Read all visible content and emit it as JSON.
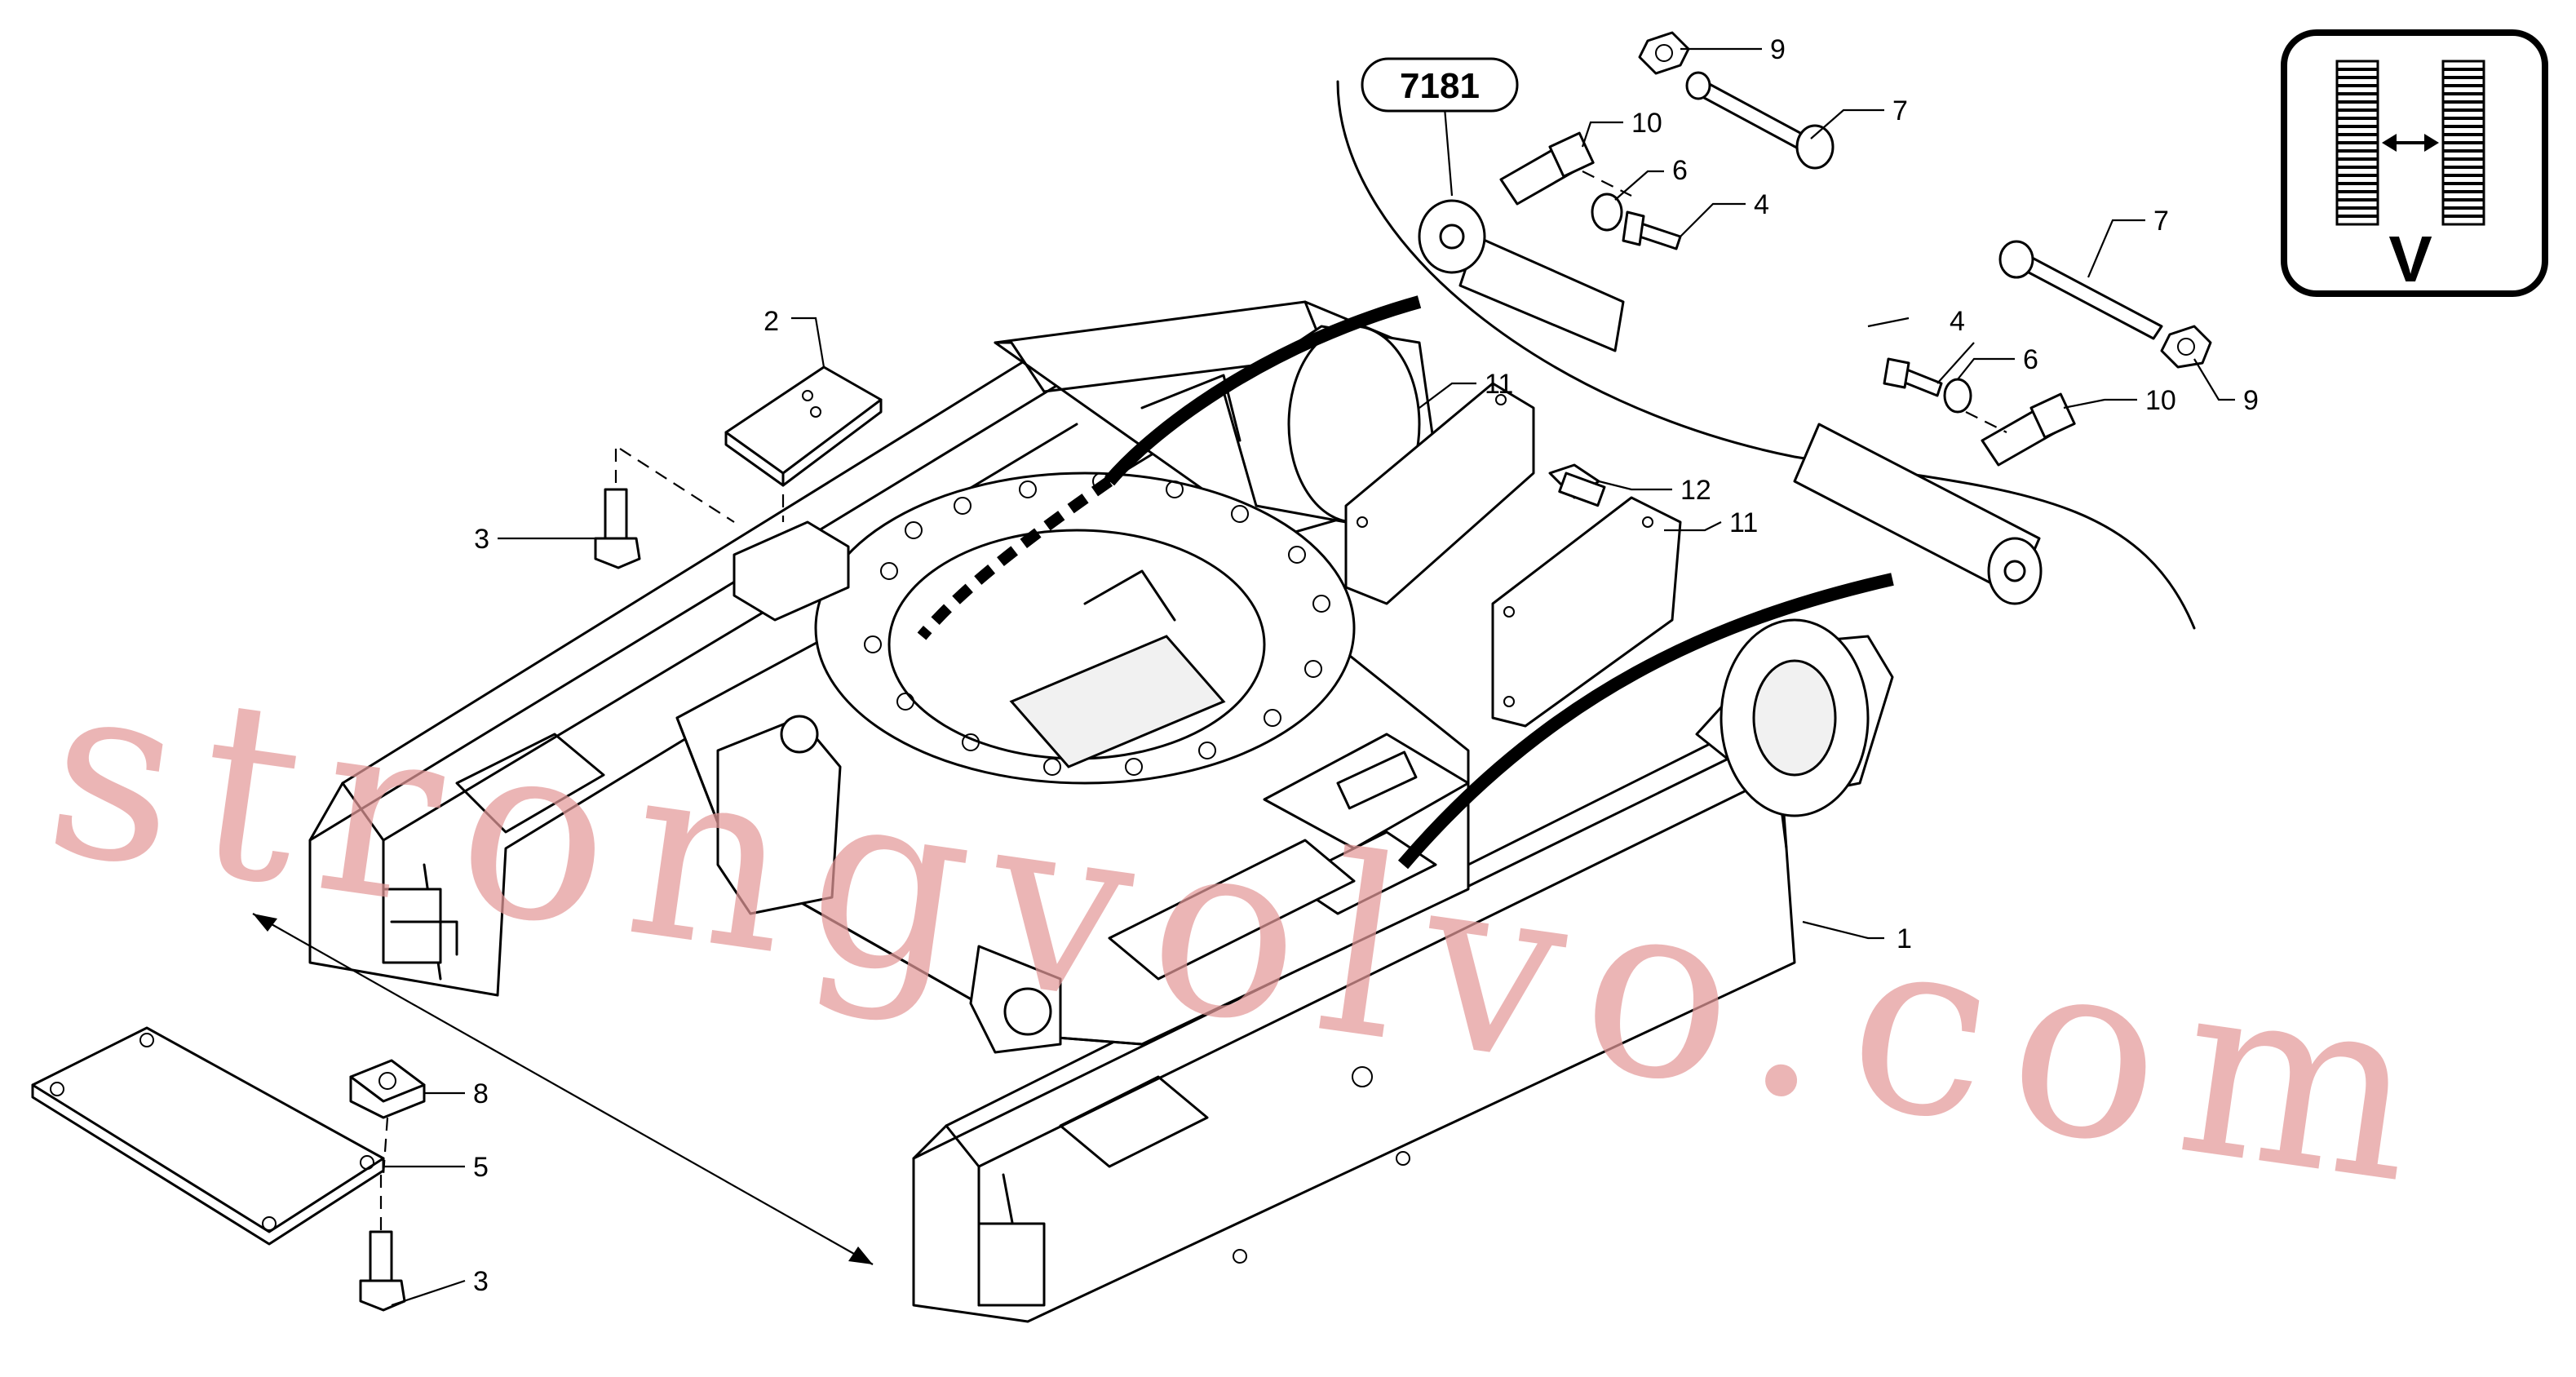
{
  "reference_box": "7181",
  "view_label": "V",
  "watermark": "strongvolvo.com",
  "callouts": {
    "frame": "1",
    "pad": "2",
    "bolt_upper": "3",
    "bolt_lower": "3",
    "bolt_a": "4",
    "bolt_b": "4",
    "cover_plate": "5",
    "washer_a": "6",
    "washer_b": "6",
    "long_bolt_a": "7",
    "long_bolt_b": "7",
    "nut_clip": "8",
    "nut_a": "9",
    "nut_b": "9",
    "pin_a": "10",
    "pin_b": "10",
    "shield_left": "11",
    "shield_right": "11",
    "grease_nipple": "12"
  }
}
